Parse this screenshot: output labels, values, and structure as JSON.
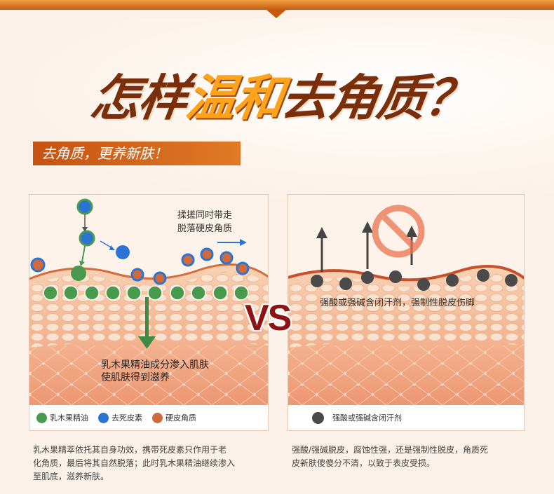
{
  "title": {
    "part1": "怎样",
    "highlight": "温和",
    "part2": "去角质？"
  },
  "subtitle": "去角质，更养新肤！",
  "vs": "VS",
  "left_panel": {
    "annotation_top_line1": "揉搓同时带走",
    "annotation_top_line2": "脱落硬皮角质",
    "annotation_bottom_line1": "乳木果精油成分渗入肌肤",
    "annotation_bottom_line2": "使肌肤得到滋养",
    "legend": [
      {
        "label": "乳木果精油",
        "color": "#4a9a4e"
      },
      {
        "label": "去死皮素",
        "color": "#2c74d4"
      },
      {
        "label": "硬皮角质",
        "color": "#d06a3c"
      }
    ],
    "caption_line1": "乳木果精萃依托其自身功效，携带死皮素只作用于老",
    "caption_line2": "化角质，最后将其自然脱落；此时乳木果精油继续渗入",
    "caption_line3": "至肌底，滋养新肤。"
  },
  "right_panel": {
    "annotation": "强酸或强碱含闭汗剂，强制性脱皮伤脚",
    "legend": [
      {
        "label": "强酸或强碱含闭汗剂",
        "color": "#4a4a4a"
      }
    ],
    "caption_line1": "强酸/强碱脱皮，腐蚀性强，还是强制性脱皮，角质死",
    "caption_line2": "皮新肤傻傻分不清，以致于表皮受损。"
  },
  "colors": {
    "accent": "#c55312",
    "green": "#4a9a4e",
    "blue": "#2c74d4",
    "brown": "#d06a3c",
    "dark": "#4a4a4a",
    "vs": "#8e1414"
  },
  "icons": [
    "prohibited-icon",
    "arrow-up-icon",
    "arrow-right-icon",
    "arrow-down-icon"
  ]
}
